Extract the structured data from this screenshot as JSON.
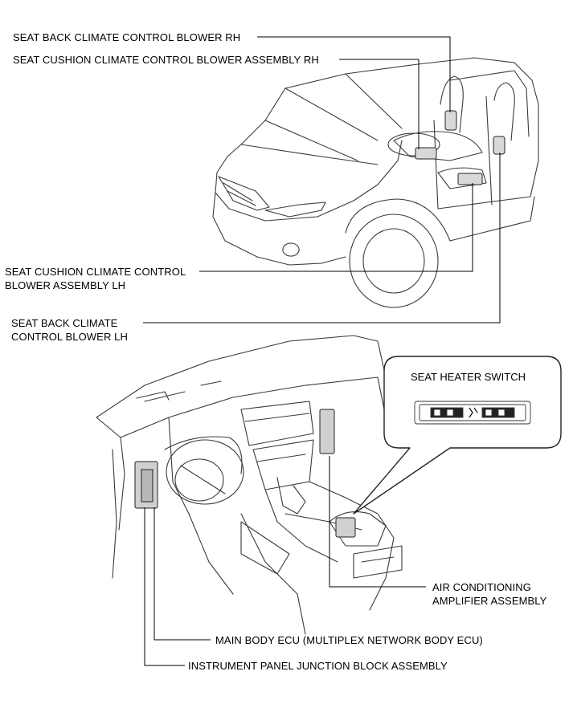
{
  "labels": {
    "seat_back_blower_rh": "SEAT BACK CLIMATE CONTROL BLOWER RH",
    "seat_cushion_blower_rh": "SEAT CUSHION CLIMATE CONTROL BLOWER ASSEMBLY RH",
    "seat_cushion_blower_lh_line1": "SEAT CUSHION CLIMATE CONTROL",
    "seat_cushion_blower_lh_line2": "BLOWER ASSEMBLY LH",
    "seat_back_blower_lh_line1": "SEAT BACK CLIMATE",
    "seat_back_blower_lh_line2": "CONTROL BLOWER LH",
    "seat_heater_switch": "SEAT HEATER SWITCH",
    "ac_amplifier_line1": "AIR CONDITIONING",
    "ac_amplifier_line2": "AMPLIFIER ASSEMBLY",
    "main_body_ecu": "MAIN BODY ECU (MULTIPLEX NETWORK BODY ECU)",
    "instrument_panel_jb": "INSTRUMENT PANEL JUNCTION BLOCK ASSEMBLY"
  },
  "colors": {
    "line": "#000000",
    "drawing": "#3a3a3a",
    "background": "#ffffff"
  }
}
